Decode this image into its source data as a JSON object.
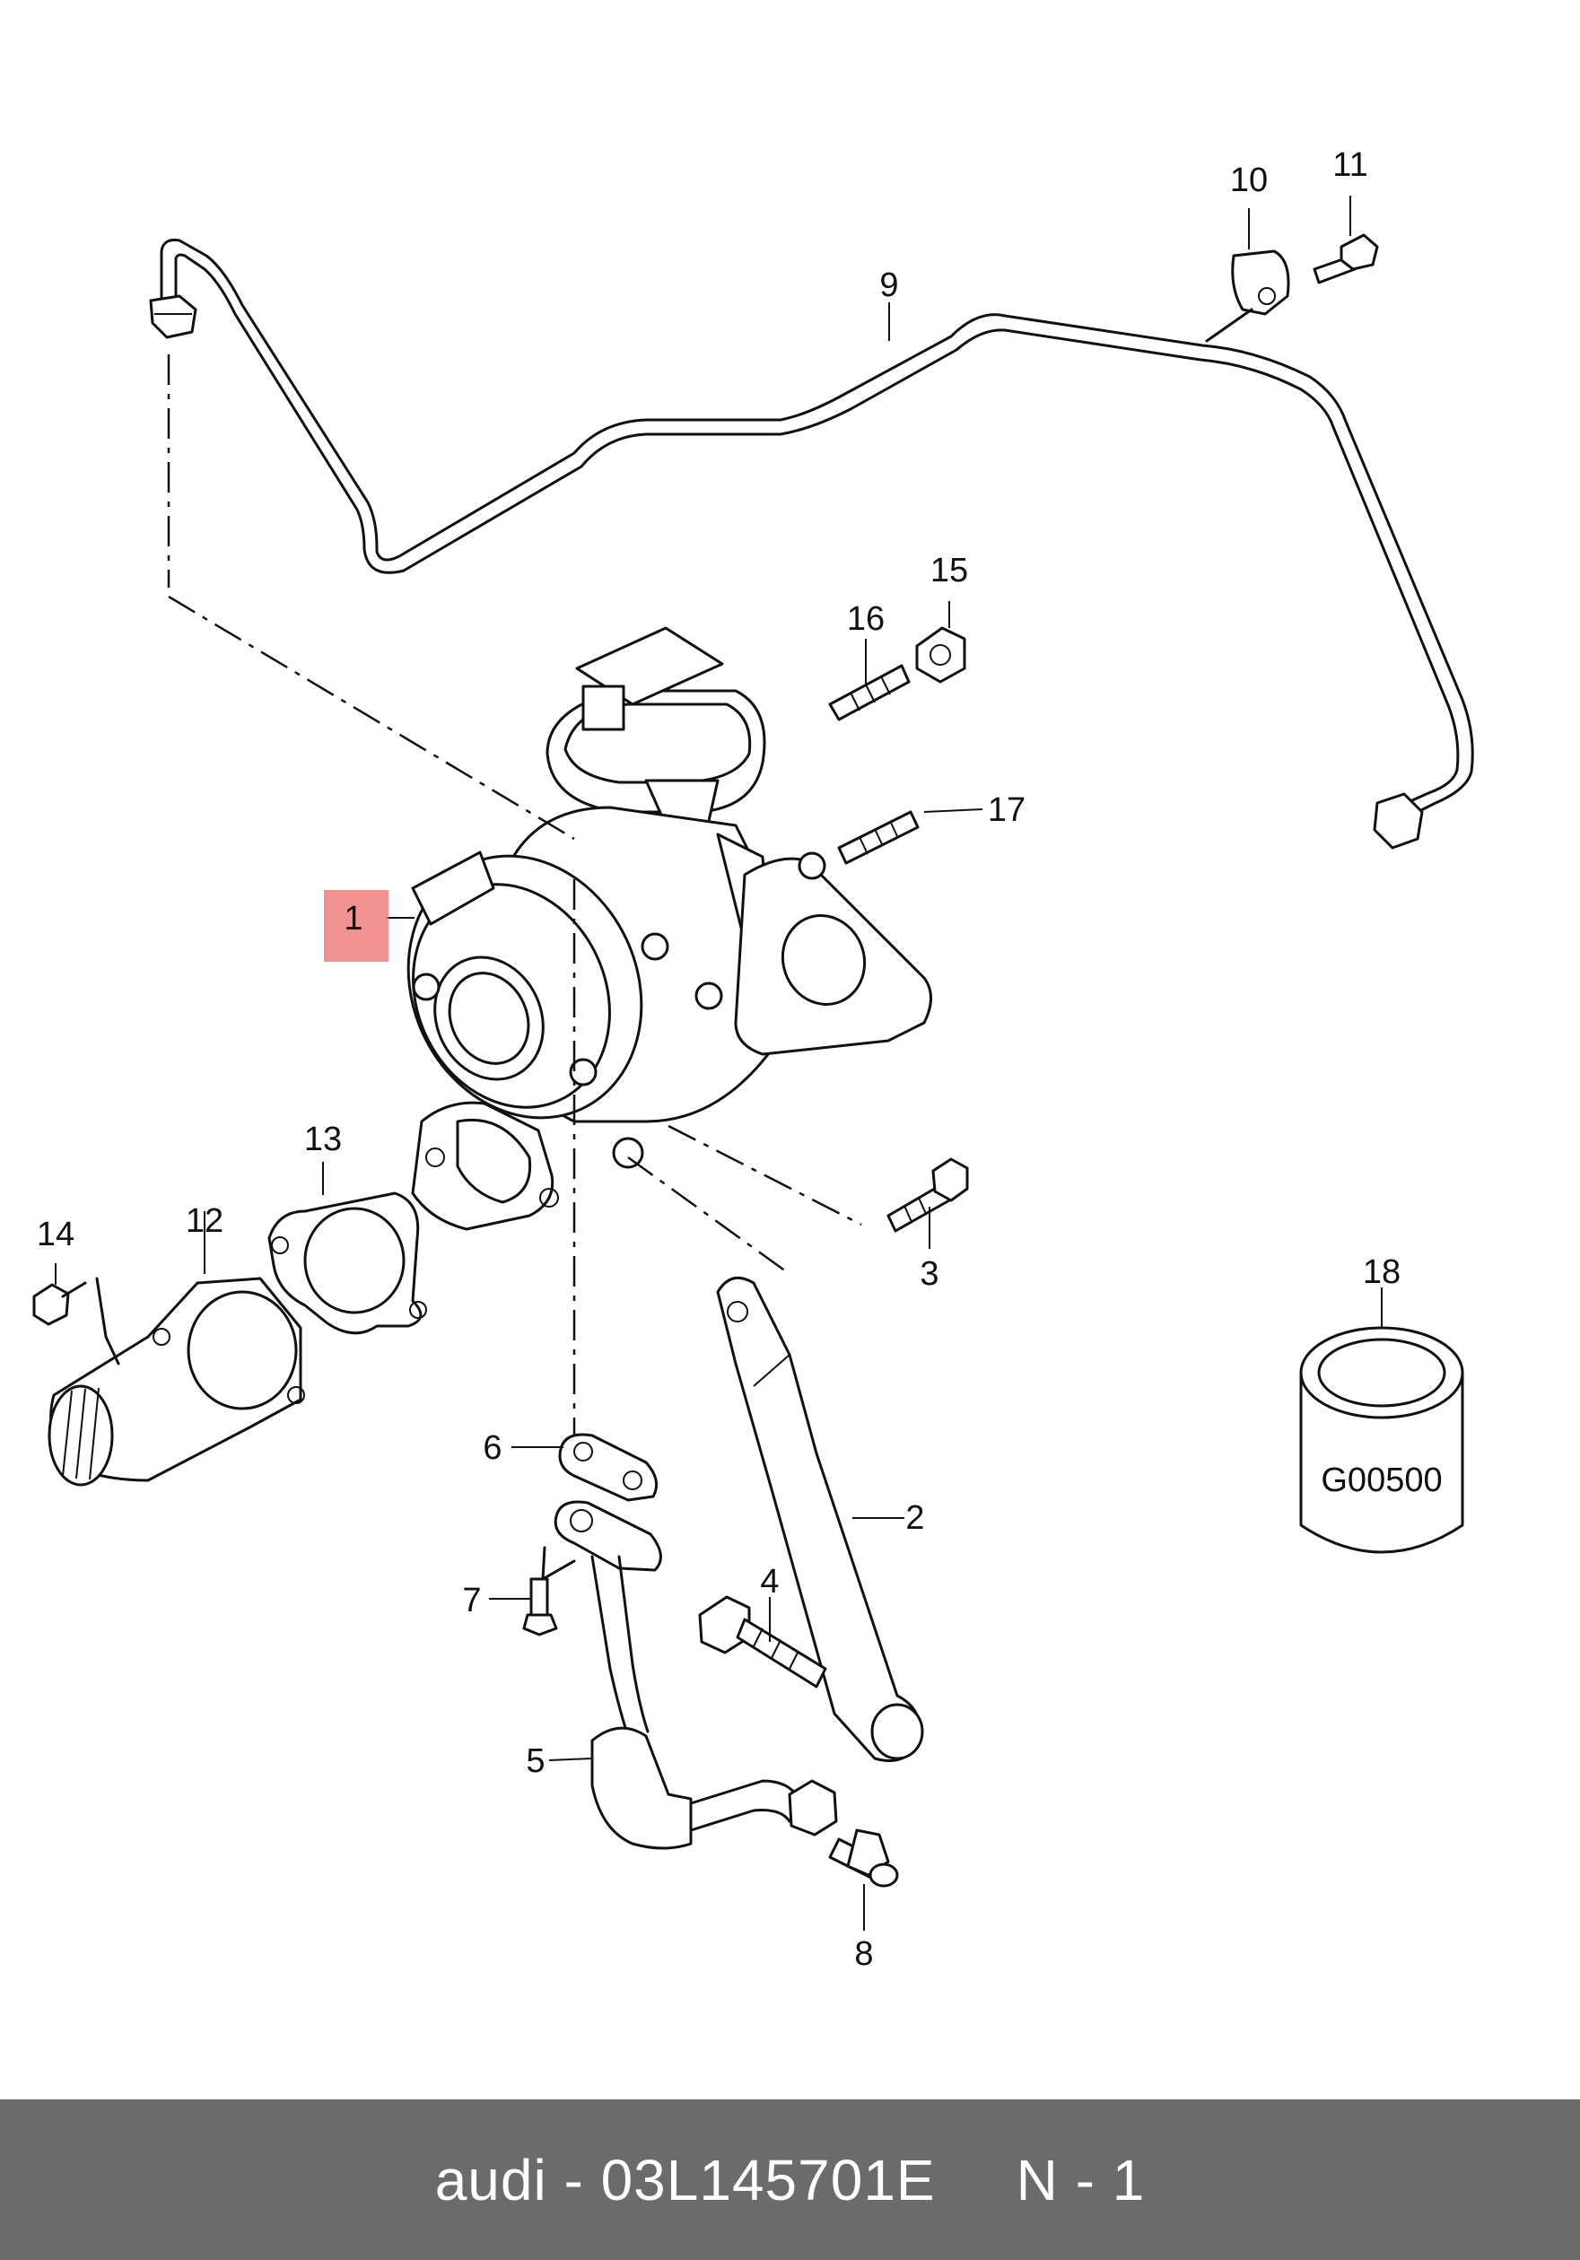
{
  "callouts": {
    "c1": "1",
    "c2": "2",
    "c3": "3",
    "c4": "4",
    "c5": "5",
    "c6": "6",
    "c7": "7",
    "c8": "8",
    "c9": "9",
    "c10": "10",
    "c11": "11",
    "c12": "12",
    "c13": "13",
    "c14": "14",
    "c15": "15",
    "c16": "16",
    "c17": "17",
    "c18": "18"
  },
  "filter_label": "G00500",
  "highlight_color": "#f08080",
  "footer": {
    "brand_part": "audi - 03L145701E",
    "page": "N - 1"
  }
}
